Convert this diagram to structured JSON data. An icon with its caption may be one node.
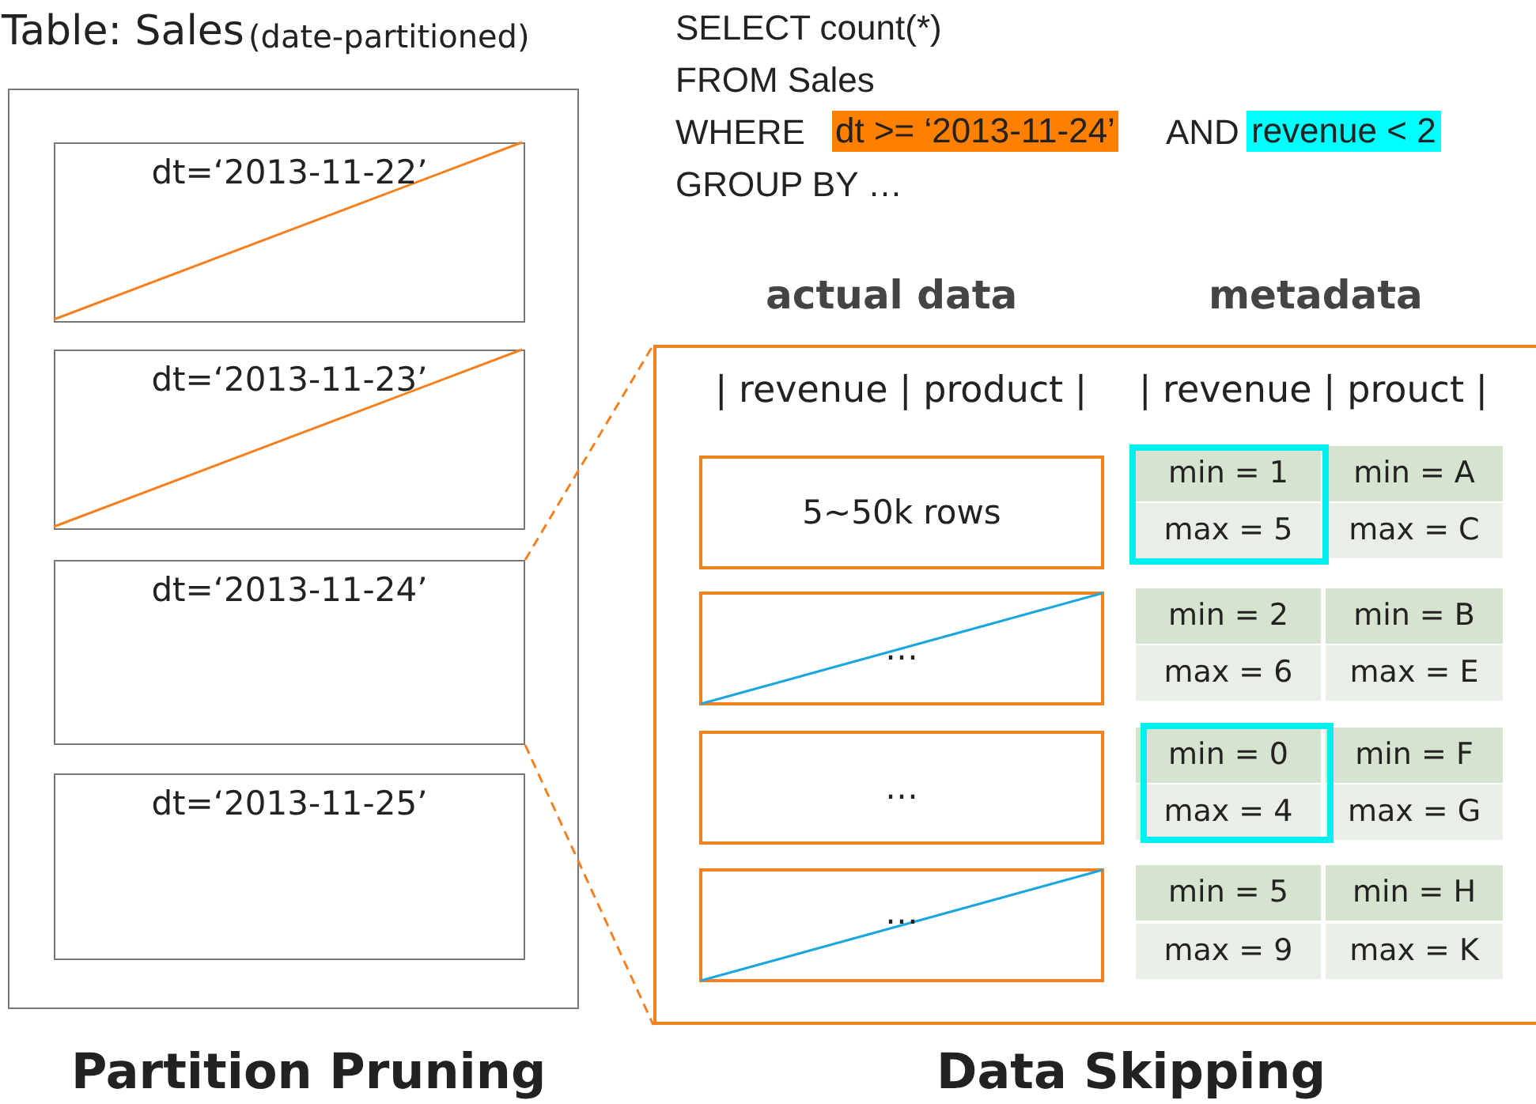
{
  "diagram": {
    "nodes": [
      {
        "text": [
          "Table: Sales",
          "(date-partitioned)"
        ]
      },
      {
        "text": [
          "dt=‘2013-11-22’"
        ],
        "in": 0
      },
      {
        "text": [
          "dt=‘2013-11-23’"
        ],
        "in": 0
      },
      {
        "text": [
          "dt=‘2013-11-24’"
        ],
        "in": 0
      },
      {
        "text": [
          "dt=‘2013-11-25’"
        ],
        "in": 0
      },
      {
        "text": [],
        "shape": "box"
      },
      {
        "text": [
          "5~50k rows"
        ],
        "in": 5
      },
      {
        "text": [
          "…"
        ],
        "in": 5
      },
      {
        "text": [
          "…"
        ],
        "in": 5
      },
      {
        "text": [
          "…"
        ],
        "in": 5
      }
    ],
    "edges": [
      {
        "from": 3,
        "to": 5,
        "arrow": "none",
        "style": "dashed",
        "color": "#f4801f"
      },
      {
        "from": 3,
        "to": 5,
        "arrow": "none",
        "style": "dashed",
        "color": "#f4801f"
      }
    ],
    "labels": [
      "SELECT count(*)",
      "FROM Sales",
      "WHERE",
      "dt >= ‘2013-11-24’",
      "AND",
      "revenue < 2",
      "GROUP BY …",
      "actual data",
      "metadata",
      "| revenue | product |",
      "| revenue | prouct |",
      "min = 1",
      "min = A",
      "max = 5",
      "max = C",
      "min = 2",
      "min = B",
      "max = 6",
      "max = E",
      "min = 0",
      "min = F",
      "max = 4",
      "max = G",
      "min = 5",
      "min = H",
      "max = 9",
      "max = K",
      "Partition Pruning",
      "Data Skipping"
    ]
  }
}
